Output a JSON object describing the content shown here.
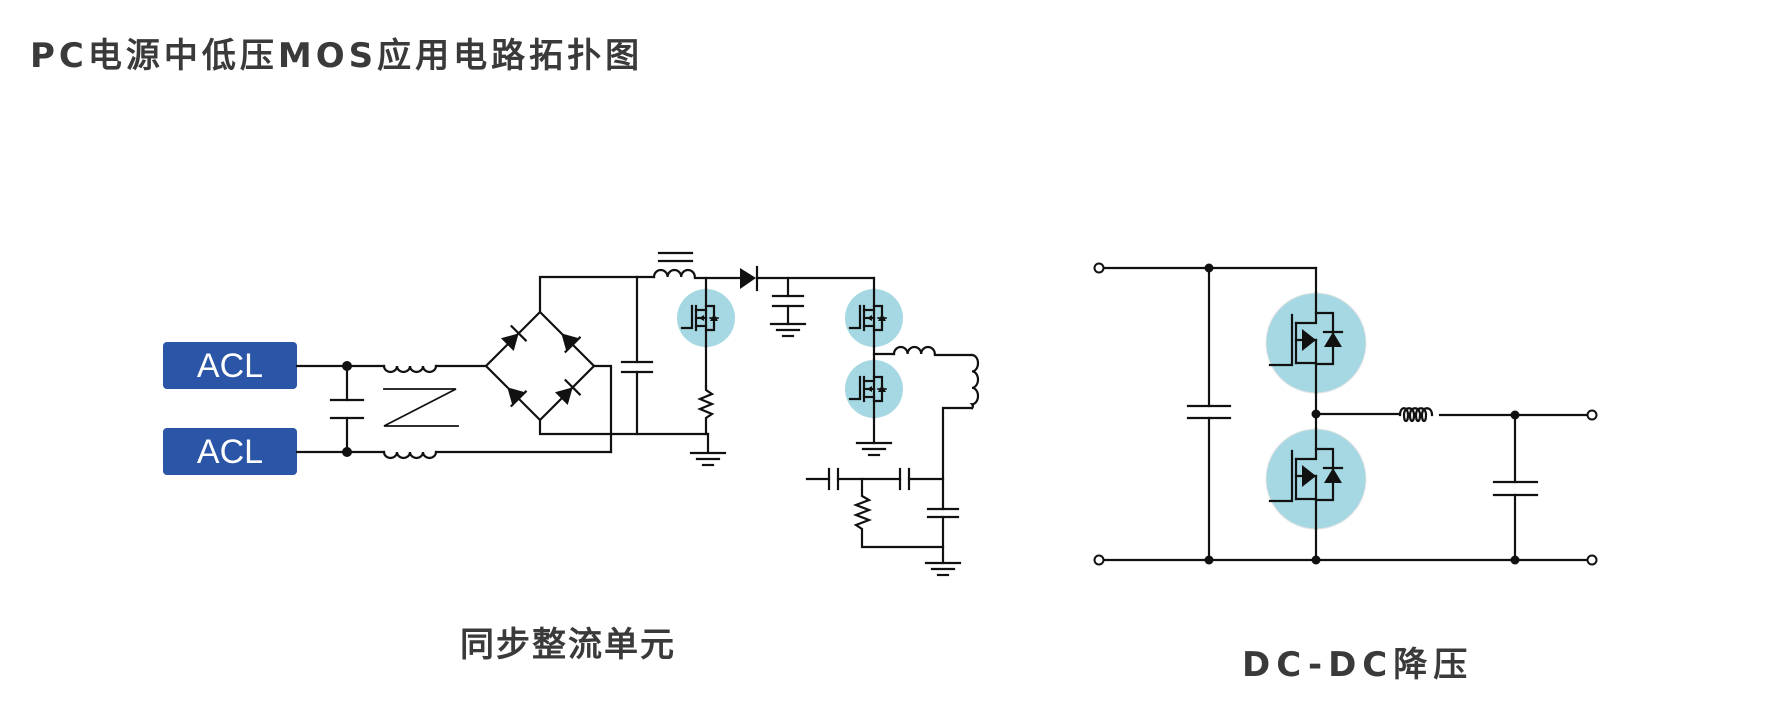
{
  "page": {
    "title": "PC电源中低压MOS应用电路拓扑图"
  },
  "diagrams": [
    {
      "caption": "同步整流单元",
      "input_labels": [
        "ACL",
        "ACL"
      ],
      "components": [
        "acl-input",
        "acl-input",
        "x-capacitor",
        "common-mode-choke",
        "bridge-rectifier",
        "bulk-capacitor",
        "pfc-inductor",
        "pfc-mosfet",
        "sense-resistor",
        "boost-diode",
        "output-capacitor",
        "half-bridge-mosfet-high",
        "half-bridge-mosfet-low",
        "resonant-inductor",
        "transformer-winding",
        "coupling-capacitor",
        "coupling-capacitor",
        "damping-resistor",
        "filter-capacitor",
        "ground",
        "ground",
        "ground",
        "ground"
      ]
    },
    {
      "caption": "DC-DC降压",
      "components": [
        "input-terminal-pos",
        "input-terminal-neg",
        "input-capacitor",
        "high-side-mosfet",
        "low-side-mosfet",
        "output-inductor",
        "output-capacitor",
        "output-terminal-pos",
        "output-terminal-neg"
      ]
    }
  ],
  "colors": {
    "acl_box": "#2b55a6",
    "mosfet_highlight": "#a6d8e3",
    "wire": "#111111",
    "text": "#3a3a3a"
  }
}
